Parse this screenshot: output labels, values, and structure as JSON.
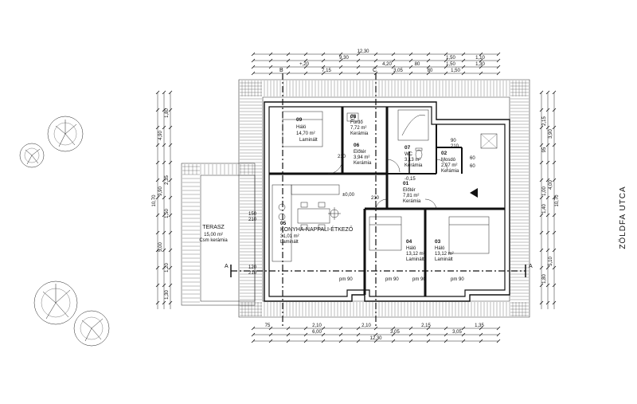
{
  "street_name": "ZÖLDFA UTCA",
  "rooms": {
    "r09": {
      "num": "09",
      "name": "Háló",
      "area": "14,70 m²",
      "floor": "Laminált"
    },
    "r08": {
      "num": "08",
      "name": "Fürdő",
      "area": "7,72 m²",
      "floor": "Kerámia"
    },
    "r06": {
      "num": "06",
      "name": "Előtér",
      "area": "3,94 m²",
      "floor": "Kerámia"
    },
    "r07": {
      "num": "07",
      "name": "WC",
      "area": "3,13 m²",
      "floor": "Kerámia"
    },
    "r02": {
      "num": "02",
      "name": "Mosdó",
      "area": "2,07 m²",
      "floor": "Kerámia"
    },
    "r01": {
      "num": "01",
      "name": "Előtér",
      "area": "7,81 m²",
      "floor": "Kerámia"
    },
    "r05": {
      "num": "05",
      "name": "KONYHA-NAPPALI-ÉTKEZŐ",
      "area": "31,01 m²",
      "floor": "Laminált"
    },
    "r04": {
      "num": "04",
      "name": "Háló",
      "area": "13,12 m²",
      "floor": "Laminált"
    },
    "r03": {
      "num": "03",
      "name": "Háló",
      "area": "13,12 m²",
      "floor": "Laminált"
    },
    "terrace": {
      "name": "TERASZ",
      "area": "15,00 m²",
      "floor": "Csm kerámia"
    }
  },
  "level_marks": {
    "main": "±0,00",
    "entry": "-0,15"
  },
  "section_marks": {
    "horizontal": "A",
    "vertical_1": "B",
    "vertical_2": "C"
  },
  "dims_top": {
    "total": "12,30",
    "row2": [
      "9,30",
      "1,50",
      "1,10"
    ],
    "row3": [
      "+,20",
      "4,20",
      "80",
      "1,50",
      "1,30"
    ],
    "row4": [
      "7,15",
      "3,05",
      "80",
      "1,50"
    ]
  },
  "dims_bottom": {
    "row1": [
      "75",
      "2,10",
      "2,10",
      "2,15",
      "1,35"
    ],
    "row2": [
      "6,00",
      "3,05",
      "3,05"
    ],
    "total": "12,30"
  },
  "dims_left": {
    "total": "10,70",
    "row2": [
      "4,90",
      "9,90",
      "5,00"
    ],
    "row3": [
      "1,80",
      "2,35",
      "1,50",
      "1,20",
      "1,30"
    ]
  },
  "dims_right": {
    "total": "10,70",
    "row2": [
      "3,90",
      "4,00",
      "5,10"
    ],
    "row3": [
      "2,15",
      "95",
      "1,00",
      "1,40",
      "1,80"
    ]
  },
  "inner_labels": {
    "window_heights": [
      "pm 90",
      "pm 90",
      "pm 90",
      "pm 90"
    ],
    "opening_sizes": [
      "120",
      "210",
      "210",
      "150",
      "210",
      "60",
      "60",
      "210",
      "90",
      "210"
    ]
  }
}
